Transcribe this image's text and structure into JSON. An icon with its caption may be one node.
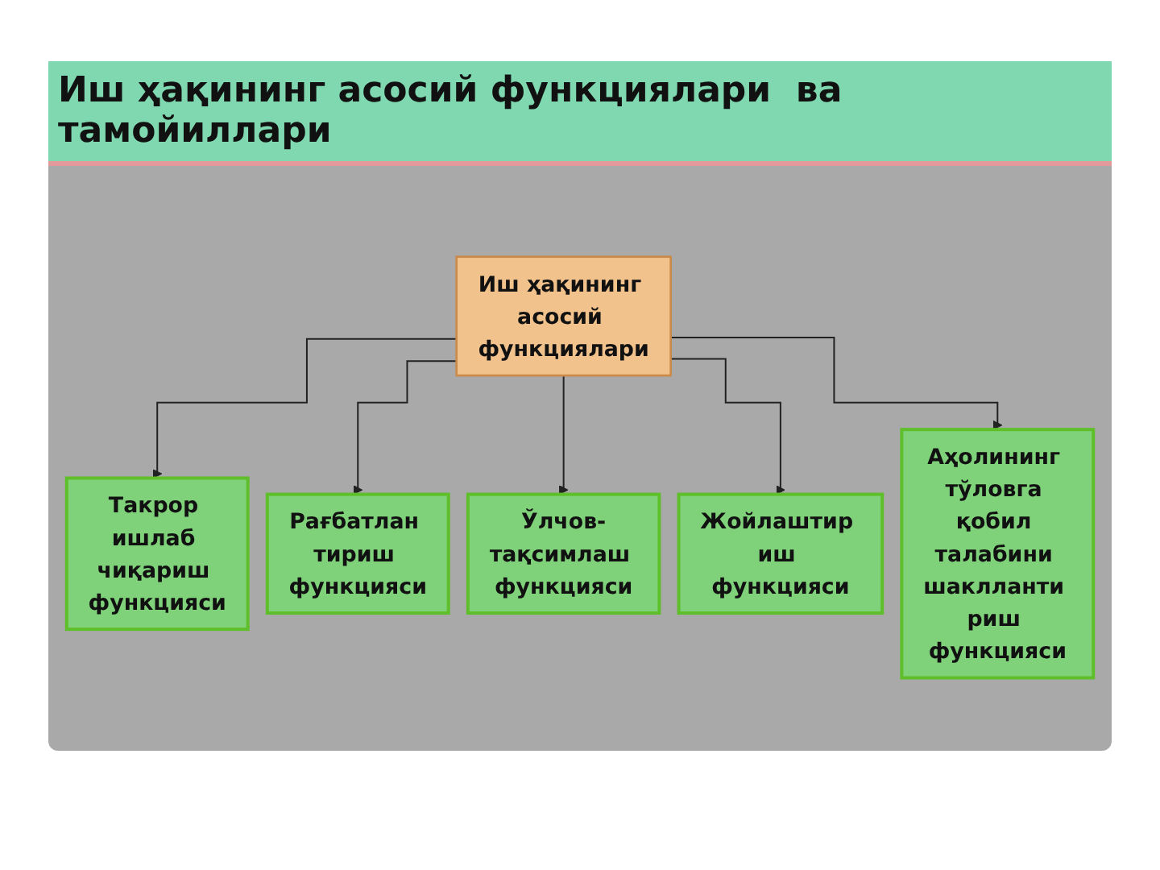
{
  "diagram": {
    "title": "Иш ҳақининг асосий функциялари  ва тамойиллари",
    "nodes": [
      {
        "text": [
          "Иш ҳақининг асосий функциялари"
        ]
      },
      {
        "text": [
          "Такрор ишлаб чиқариш функцияси"
        ]
      },
      {
        "text": [
          "Рағбатлан тириш функцияси"
        ]
      },
      {
        "text": [
          "Ўлчов-тақсимлаш функцияси"
        ]
      },
      {
        "text": [
          "Жойлаштир иш функцияси"
        ]
      },
      {
        "text": [
          "Аҳолининг тўловга қобил талабини шаклланти риш функцияси"
        ]
      }
    ],
    "edges": [
      {
        "from": 0,
        "to": 1,
        "arrow": "to"
      },
      {
        "from": 0,
        "to": 2,
        "arrow": "to"
      },
      {
        "from": 0,
        "to": 3,
        "arrow": "to"
      },
      {
        "from": 0,
        "to": 4,
        "arrow": "to"
      },
      {
        "from": 0,
        "to": 5,
        "arrow": "to"
      }
    ]
  }
}
